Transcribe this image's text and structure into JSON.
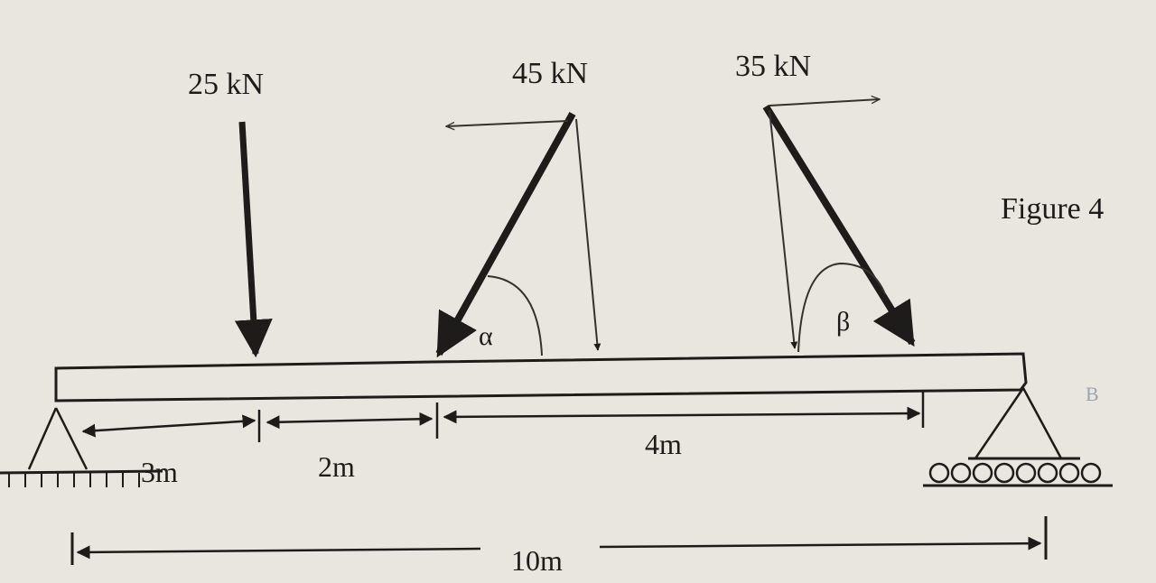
{
  "figure_label": "Figure 4",
  "forces": {
    "f1": "25 kN",
    "f2": "45 kN",
    "f3": "35 kN"
  },
  "angles": {
    "a": "α",
    "b": "β"
  },
  "dimensions": {
    "d1": "3m",
    "d2": "2m",
    "d3": "4m",
    "total": "10m"
  },
  "support_mark": "B",
  "colors": {
    "paper": "#e9e6df",
    "ink": "#1e1c1a",
    "faint": "#9aa6ae"
  }
}
